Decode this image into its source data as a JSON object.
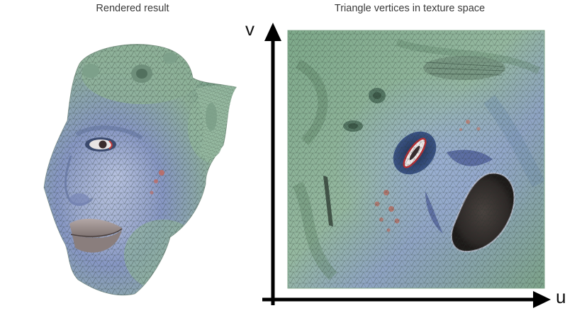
{
  "captions": {
    "left": "Rendered result",
    "right": "Triangle vertices in texture space"
  },
  "axes": {
    "v_label": "v",
    "u_label": "u"
  },
  "colors": {
    "skin_green": "#8fb49a",
    "skin_blue": "#8a9cc4",
    "mesh_line": "#2a3a30",
    "lip": "#9a8f8e",
    "axis": "#000000"
  }
}
